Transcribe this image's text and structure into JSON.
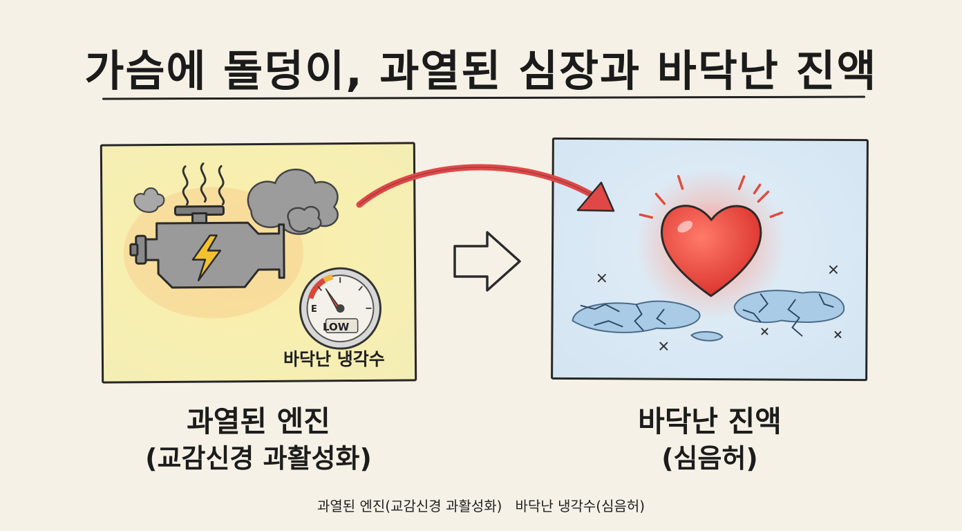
{
  "title": "가슴에 돌덩이, 과열된 심장과 바닥난 진액",
  "left_panel": {
    "gauge_empty_mark": "E",
    "gauge_low_label": "LOW",
    "coolant_label": "바닥난 냉각수",
    "caption_main": "과열된 엔진",
    "caption_sub": "(교감신경 과활성화)"
  },
  "right_panel": {
    "caption_main": "바닥난 진액",
    "caption_sub": "(심음허)"
  },
  "footer": "과열된 엔진(교감신경 과활성화)   바닥난 냉각수(심음허)",
  "colors": {
    "background": "#f5f1e6",
    "left_panel_fill": "#f4eeb6",
    "right_panel_fill": "#d8e8f4",
    "arrow_red": "#e04848",
    "heart_red": "#e8403a",
    "engine_gray": "#9a9a9a",
    "bolt_yellow": "#f2c22e"
  },
  "icons": [
    "engine-icon",
    "lightning-bolt-icon",
    "steam-icon",
    "smoke-cloud-icon",
    "gauge-icon",
    "heart-icon",
    "glow-rays-icon",
    "cracked-puddle-icon",
    "sparkle-icon",
    "curved-arrow-icon",
    "hollow-arrow-icon"
  ]
}
